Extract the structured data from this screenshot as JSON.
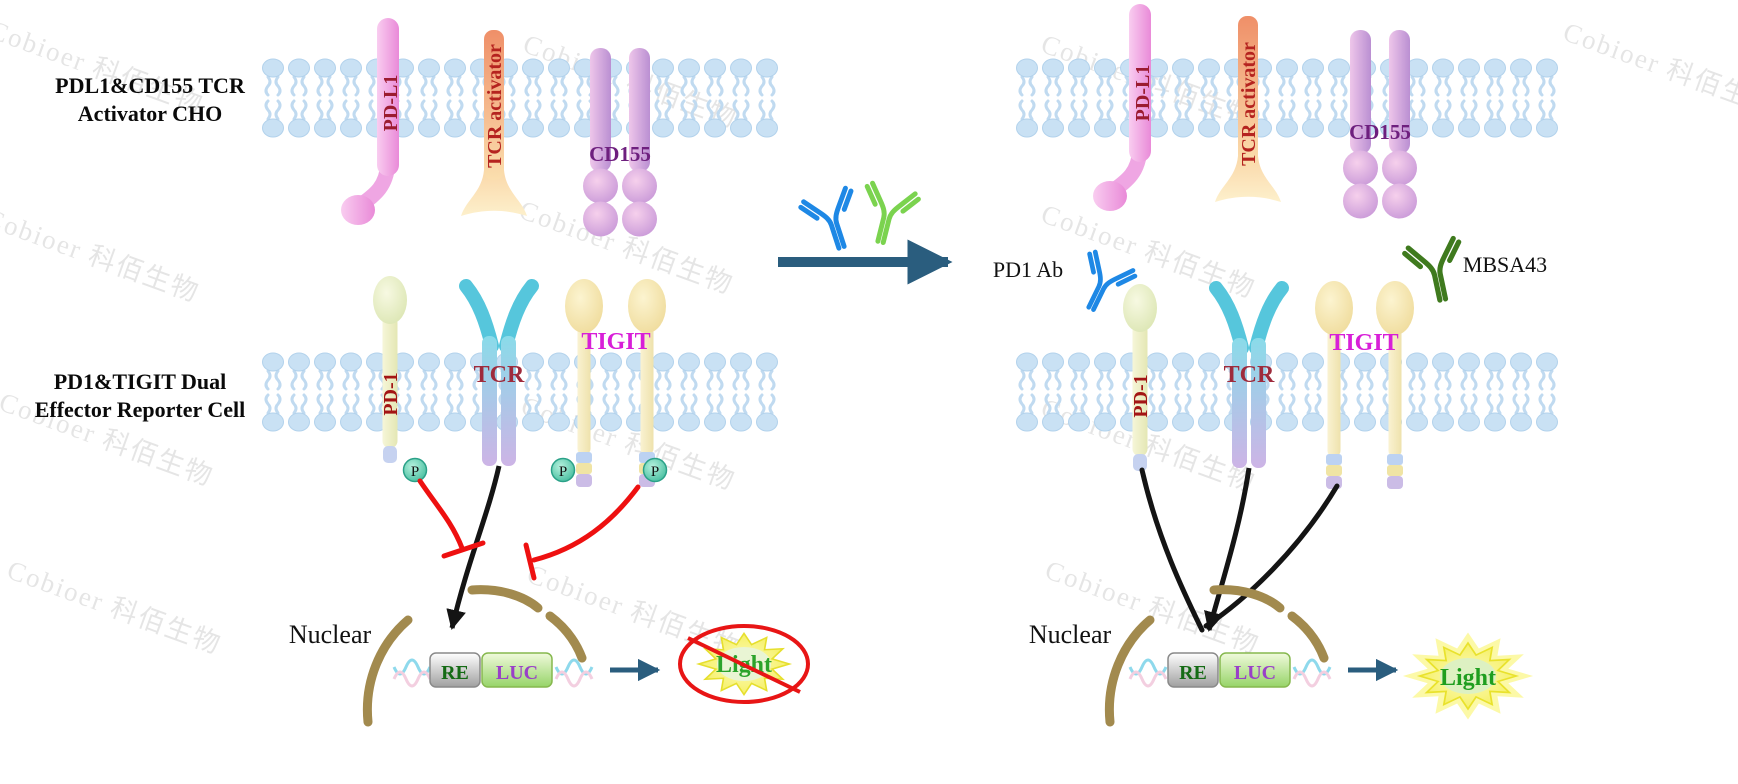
{
  "watermark": {
    "text": "Cobioer 科佰生物"
  },
  "colors": {
    "inhibition_red": "#ee1010",
    "signal_black": "#141414",
    "transition_arrow_teal": "#2a5d7e",
    "pd1_antibody_blue": "#1e88e5",
    "activator_antibody_green": "#7bd34f",
    "mbsa43_antibody_green": "#3f7a1e",
    "membrane_blue": "#c9e1f4",
    "nuclear_membrane_brown": "#a28a4e"
  },
  "left": {
    "cho_cell": {
      "label_line1": "PDL1&CD155 TCR",
      "label_line2": "Activator CHO"
    },
    "reporter_cell": {
      "label_line1": "PD1&TIGIT Dual",
      "label_line2": "Effector Reporter Cell"
    },
    "proteins": {
      "pdl1": "PD-L1",
      "tcr_activator": "TCR activator",
      "cd155": "CD155",
      "pd1": "PD-1",
      "tcr": "TCR",
      "tigit": "TIGIT"
    },
    "phospho": "P",
    "nucleus": {
      "label": "Nuclear",
      "re_box": "RE",
      "luc_box": "LUC"
    },
    "light": {
      "label": "Light",
      "crossed_out": true
    }
  },
  "right": {
    "proteins": {
      "pdl1": "PD-L1",
      "tcr_activator": "TCR activator",
      "cd155": "CD155",
      "pd1": "PD-1",
      "tcr": "TCR",
      "tigit": "TIGIT"
    },
    "antibodies": {
      "pd1_ab": "PD1 Ab",
      "mbsa43": "MBSA43"
    },
    "nucleus": {
      "label": "Nuclear",
      "re_box": "RE",
      "luc_box": "LUC"
    },
    "light": {
      "label": "Light",
      "crossed_out": false
    }
  }
}
